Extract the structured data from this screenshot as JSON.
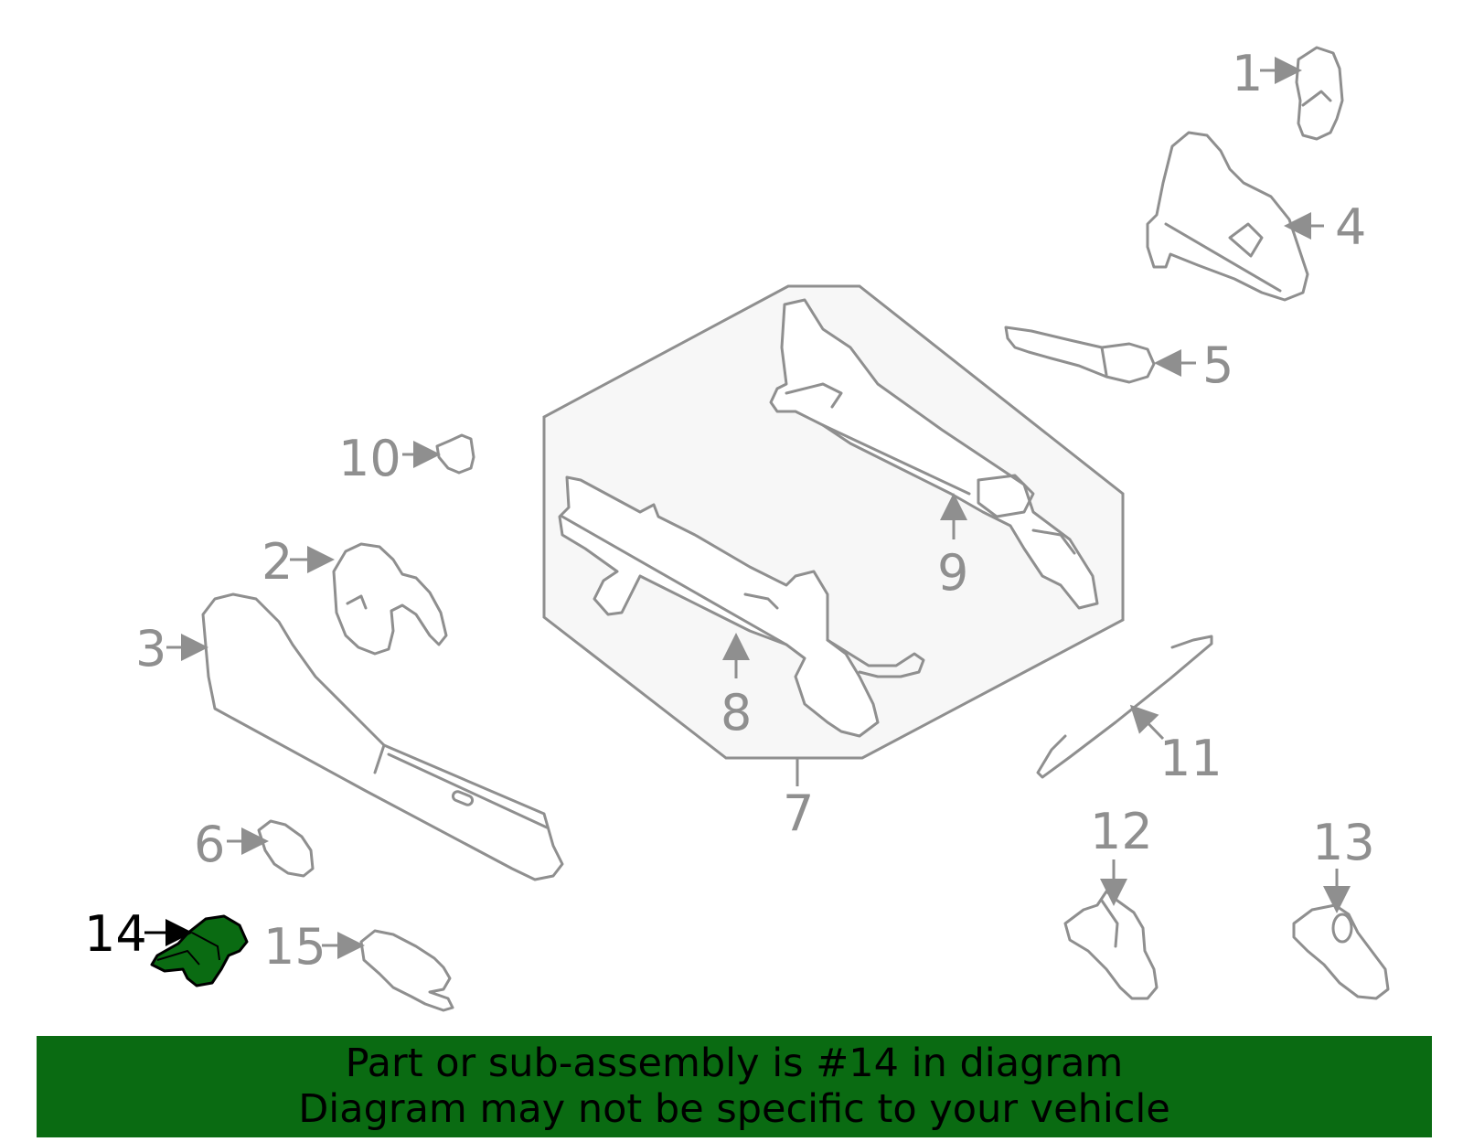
{
  "diagram": {
    "labels": {
      "p1": "1",
      "p2": "2",
      "p3": "3",
      "p4": "4",
      "p5": "5",
      "p6": "6",
      "p7": "7",
      "p8": "8",
      "p9": "9",
      "p10": "10",
      "p11": "11",
      "p12": "12",
      "p13": "13",
      "p14": "14",
      "p15": "15"
    },
    "highlighted_part": "14",
    "colors": {
      "highlight": "#0a6b12",
      "line": "#8f8f8f",
      "banner": "#0a6b12"
    }
  },
  "banner": {
    "line1": "Part or sub-assembly is #14 in diagram",
    "line2": "Diagram may not be specific to your vehicle"
  }
}
